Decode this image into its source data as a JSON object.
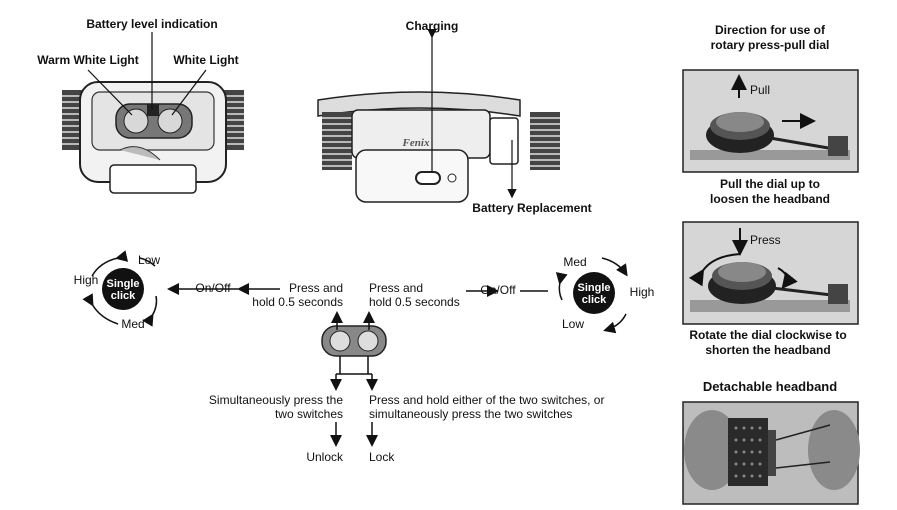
{
  "top_left": {
    "battery_level": "Battery level indication",
    "warm_white": "Warm White Light",
    "white": "White Light"
  },
  "top_center": {
    "charging": "Charging",
    "brand": "Fenix",
    "battery_replacement": "Battery Replacement"
  },
  "right_panel": {
    "title_line1": "Direction for use of",
    "title_line2": "rotary press-pull dial",
    "pull_label": "Pull",
    "pull_caption1": "Pull the dial up to",
    "pull_caption2": "loosen the headband",
    "press_label": "Press",
    "press_caption1": "Rotate the dial clockwise to",
    "press_caption2": "shorten the headband",
    "detachable": "Detachable headband"
  },
  "left_cycle": {
    "single1": "Single",
    "single2": "click",
    "low": "Low",
    "high": "High",
    "med": "Med",
    "onoff": "On/Off",
    "press1": "Press and",
    "press2": "hold 0.5 seconds"
  },
  "right_cycle": {
    "single1": "Single",
    "single2": "click",
    "med": "Med",
    "high": "High",
    "low": "Low",
    "onoff": "On/Off",
    "press1": "Press and",
    "press2": "hold 0.5 seconds"
  },
  "bottom": {
    "simul1": "Simultaneously press the",
    "simul2": "two switches",
    "either1": "Press and hold either of the two switches, or",
    "either2": "simultaneously press the two switches",
    "unlock": "Unlock",
    "lock": "Lock"
  }
}
